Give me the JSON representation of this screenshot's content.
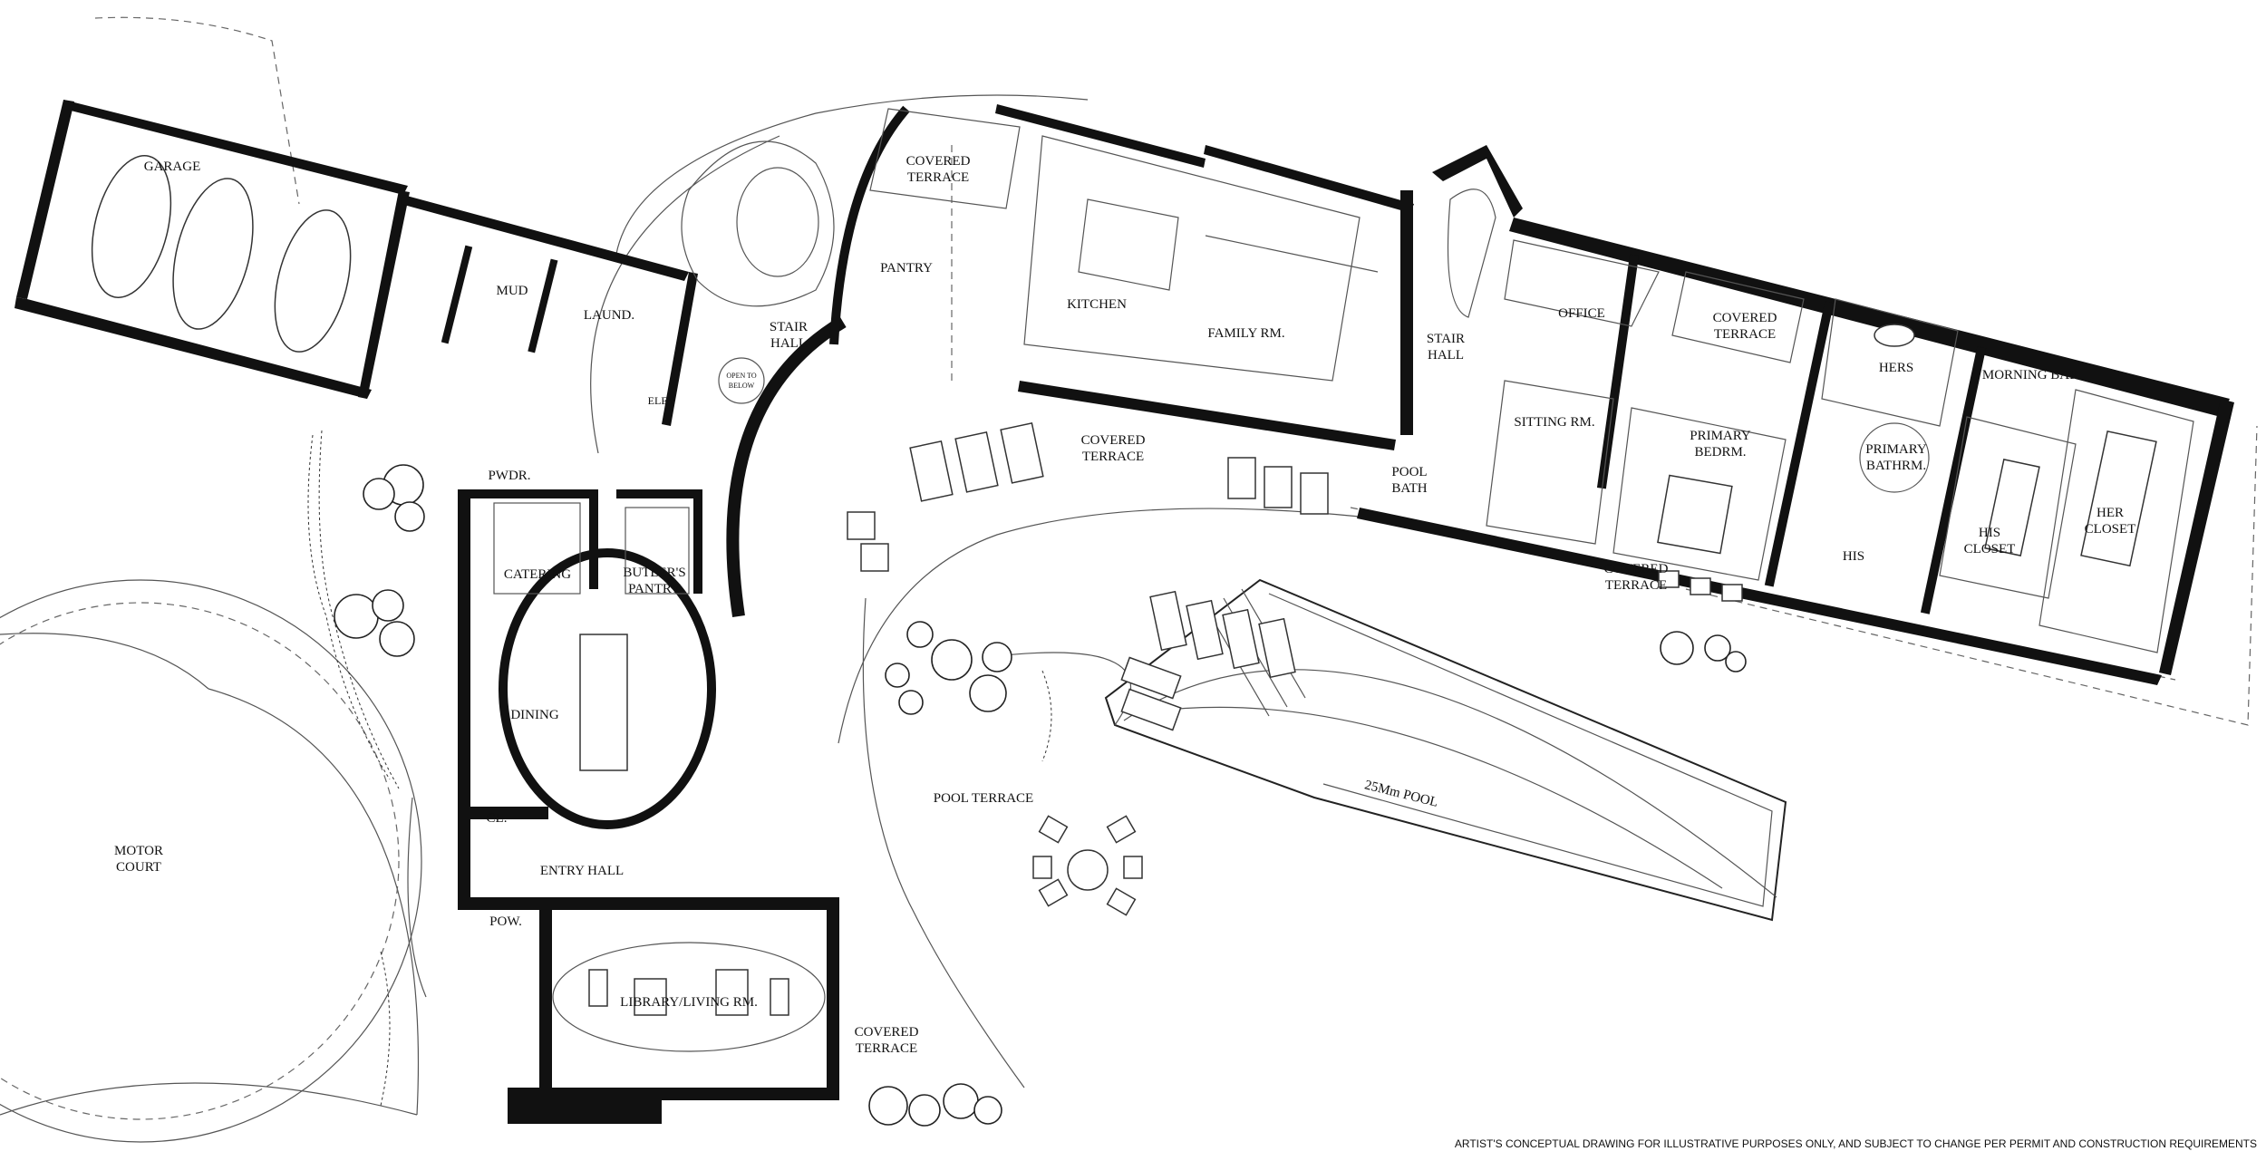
{
  "rooms": {
    "garage": "GARAGE",
    "mud": "MUD",
    "laund": "LAUND.",
    "elev": "ELEV",
    "covered_terrace_nw_1": "COVERED",
    "covered_terrace_nw_2": "TERRACE",
    "pantry": "PANTRY",
    "kitchen": "KITCHEN",
    "family_rm": "FAMILY RM.",
    "stair_hall_w_1": "STAIR",
    "stair_hall_w_2": "HALL",
    "open_to_below_1": "OPEN TO",
    "open_to_below_2": "BELOW",
    "stair_hall_e_1": "STAIR",
    "stair_hall_e_2": "HALL",
    "office": "OFFICE",
    "covered_terrace_ne_1": "COVERED",
    "covered_terrace_ne_2": "TERRACE",
    "hers": "HERS",
    "morning_bar": "MORNING BAR",
    "sitting_rm": "SITTING RM.",
    "primary_bedrm_1": "PRIMARY",
    "primary_bedrm_2": "BEDRM.",
    "primary_bathrm_1": "PRIMARY",
    "primary_bathrm_2": "BATHRM.",
    "pool_bath_1": "POOL",
    "pool_bath_2": "BATH",
    "his": "HIS",
    "his_closet_1": "HIS",
    "his_closet_2": "CLOSET",
    "her_closet_1": "HER",
    "her_closet_2": "CLOSET",
    "covered_terrace_mid_1": "COVERED",
    "covered_terrace_mid_2": "TERRACE",
    "covered_terrace_bed_1": "COVERED",
    "covered_terrace_bed_2": "TERRACE",
    "pwdr": "PWDR.",
    "catering": "CATERING",
    "butlers_pantry_1": "BUTLER'S",
    "butlers_pantry_2": "PANTRY",
    "dining": "DINING",
    "cl": "CL.",
    "entry_hall": "ENTRY HALL",
    "motor_court_1": "MOTOR",
    "motor_court_2": "COURT",
    "pow": "POW.",
    "library_living_rm": "LIBRARY/LIVING RM.",
    "covered_terrace_sw_1": "COVERED",
    "covered_terrace_sw_2": "TERRACE",
    "pool_terrace": "POOL TERRACE",
    "pool": "25Mm POOL"
  },
  "disclaimer": "ARTIST'S CONCEPTUAL DRAWING FOR ILLUSTRATIVE PURPOSES ONLY, AND SUBJECT TO CHANGE PER PERMIT AND CONSTRUCTION REQUIREMENTS"
}
